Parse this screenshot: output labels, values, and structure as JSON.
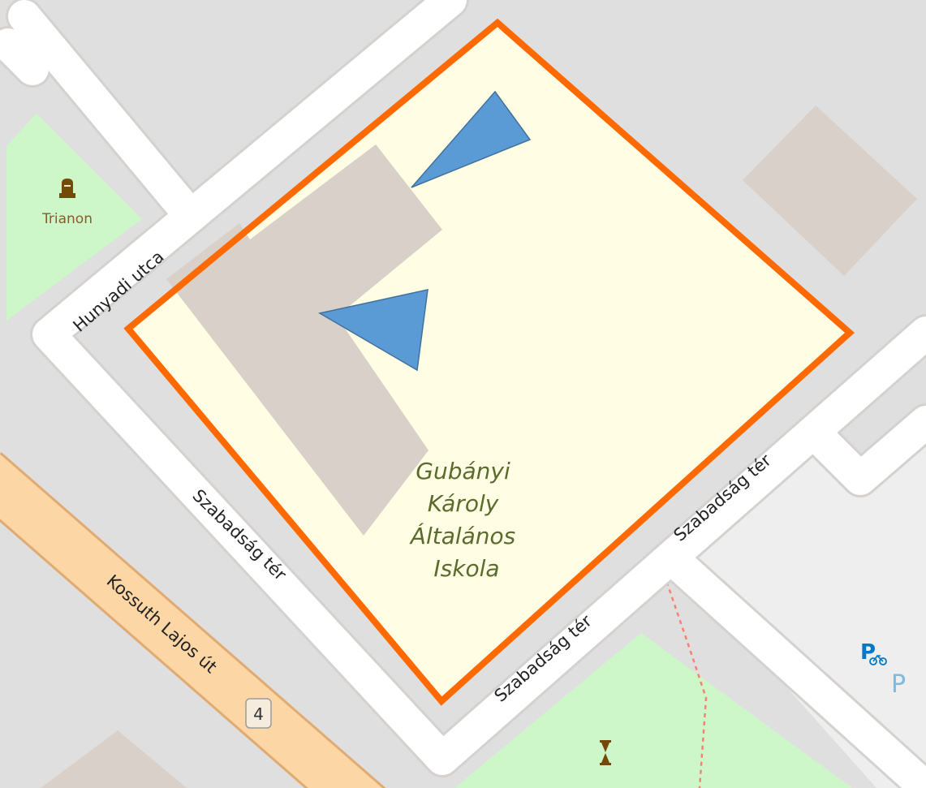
{
  "map": {
    "colors": {
      "background": "#e0dfdf",
      "road": "#ffffff",
      "road_casing": "#d4d1cf",
      "primary_road": "#fcd6a4",
      "primary_road_casing": "#e0aa71",
      "park": "#cdf7c9",
      "building": "#d9d0c9",
      "school_area": "#fffde3",
      "boundary": "#ff6a00",
      "marker": "#5b9bd5",
      "parking_area": "#eeeeee",
      "footpath": "#fa8072",
      "parking": "#0078c8"
    },
    "roads": {
      "hunyadi": "Hunyadi utca",
      "szabadsag_left": "Szabadság tér",
      "szabadsag_bottom": "Szabadság tér",
      "szabadsag_right": "Szabadság tér",
      "kossuth": "Kossuth Lajos út"
    },
    "route_shield": "4",
    "school": {
      "lines": [
        "Gubányi",
        "Károly",
        "Általános",
        "Iskola"
      ]
    },
    "poi": {
      "memorial_label": "Trianon",
      "memorial_icon": "memorial-icon",
      "monument_icon": "hourglass-monument-icon",
      "bicycle_parking_icon": "bicycle-parking-icon",
      "parking_label": "P",
      "bicycle_parking_label": "P"
    },
    "markers": [
      "triangle-marker",
      "triangle-marker"
    ]
  }
}
